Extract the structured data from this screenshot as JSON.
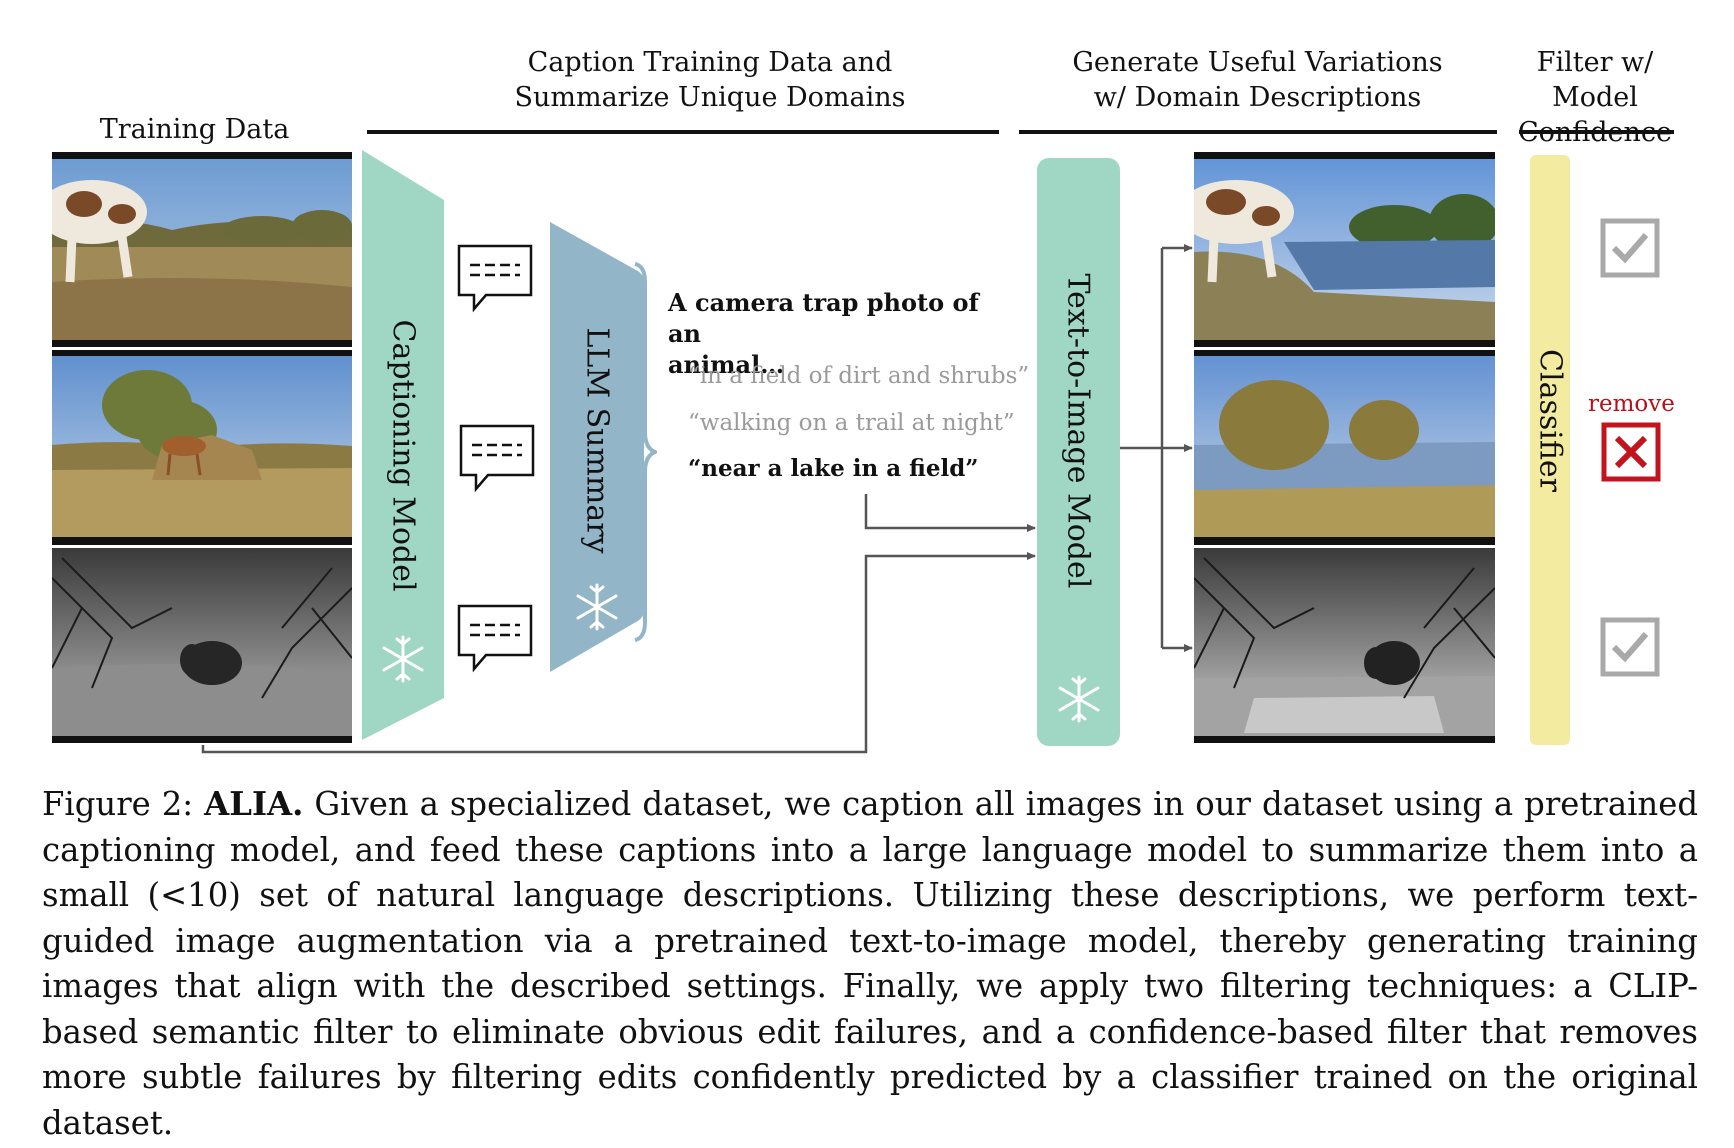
{
  "headers": {
    "training_data": "Training Data",
    "caption_line1": "Caption Training Data and",
    "caption_line2": "Summarize Unique Domains",
    "generate_line1": "Generate Useful Variations",
    "generate_line2": "w/ Domain Descriptions",
    "filter_line1": "Filter w/ Model",
    "filter_line2": "Confidence"
  },
  "models": {
    "captioning": "Captioning Model",
    "llm": "LLM Summary",
    "t2i": "Text-to-Image Model",
    "classifier": "Classifier"
  },
  "prompt": {
    "line1": "A camera trap photo of an",
    "line2": "animal…",
    "domains": [
      "“in a field of dirt and shrubs”",
      "“walking on a trail at night”",
      "“near a lake in a field”"
    ]
  },
  "filter": {
    "remove_label": "remove"
  },
  "caption": {
    "prefix": "Figure 2: ",
    "title": "ALIA.",
    "body": " Given a specialized dataset, we caption all images in our dataset using a pretrained captioning model, and feed these captions into a large language model to summarize them into a small (<10) set of natural language descriptions. Utilizing these descriptions, we perform text-guided image augmentation via a pretrained text-to-image model, thereby generating training images that align with the described settings. Finally, we apply two filtering techniques: a CLIP-based semantic filter to eliminate obvious edit failures, and a confidence-based filter that removes more subtle failures by filtering edits confidently predicted by a classifier trained on the original dataset."
  },
  "colors": {
    "teal": "#9fd6c4",
    "steel_blue": "#93b5c8",
    "classifier_yellow": "#f3eba0",
    "remove_red": "#c3141e",
    "check_gray": "#a9a9a9"
  }
}
